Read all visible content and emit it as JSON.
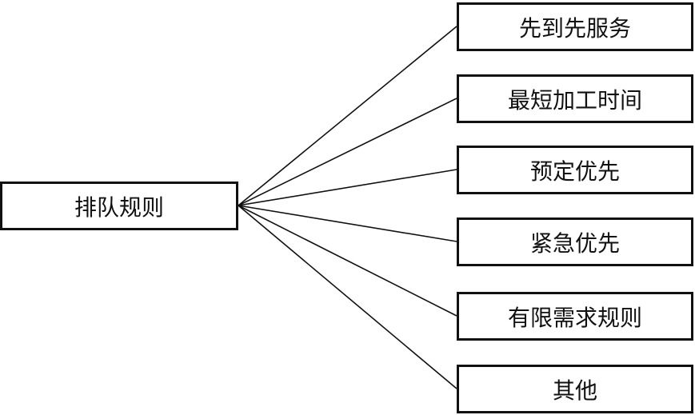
{
  "root": {
    "label": "排队规则"
  },
  "branches": [
    {
      "label": "先到先服务"
    },
    {
      "label": "最短加工时间"
    },
    {
      "label": "预定优先"
    },
    {
      "label": "紧急优先"
    },
    {
      "label": "有限需求规则"
    },
    {
      "label": "其他"
    }
  ]
}
